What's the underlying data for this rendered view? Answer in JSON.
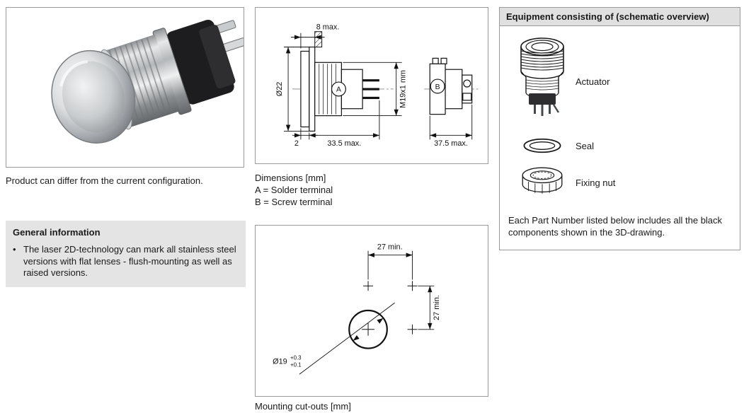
{
  "product": {
    "photo_caption": "Product can differ from the current configuration."
  },
  "general_info": {
    "title": "General information",
    "bullet_marker": "•",
    "bullet": "The laser 2D-technology can mark all stainless steel versions with flat lenses - flush-mounting as well as raised versions."
  },
  "dimensions": {
    "caption": "Dimensions [mm]",
    "legend_a": "A = Solder terminal",
    "legend_b": "B = Screw terminal",
    "labels": {
      "protrusion": "8 max.",
      "diameter": "Ø22",
      "thread": "M19x1 mm",
      "flange": "2",
      "depth_a": "33.5 max.",
      "depth_b": "37.5 max.",
      "balloon_a": "A",
      "balloon_b": "B"
    }
  },
  "mounting": {
    "caption": "Mounting cut-outs [mm]",
    "labels": {
      "pitch_h": "27 min.",
      "pitch_v": "27 min.",
      "hole_diameter": "Ø19",
      "tol_upper": "+0.3",
      "tol_lower": "+0.1"
    }
  },
  "equipment": {
    "title": "Equipment consisting of (schematic overview)",
    "items": [
      {
        "icon": "actuator-icon",
        "label": "Actuator"
      },
      {
        "icon": "seal-icon",
        "label": "Seal"
      },
      {
        "icon": "fixing-nut-icon",
        "label": "Fixing nut"
      }
    ],
    "note": "Each Part Number listed below includes all the black components shown in the 3D-drawing."
  },
  "colors": {
    "border": "#9b9b9b",
    "panel_gray": "#e4e4e4",
    "ink": "#1a1a1a"
  }
}
